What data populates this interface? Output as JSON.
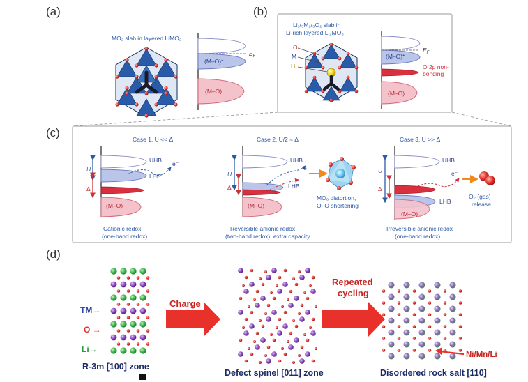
{
  "panels": {
    "a": {
      "label": "(a)",
      "slab_title": "MO₂ slab in layered LiMO₂",
      "band_upper": "(M–O)*",
      "band_lower": "(M–O)",
      "fermi": "E",
      "fermi_sub": "F"
    },
    "b": {
      "label": "(b)",
      "slab_title_line1": "Li₁/₃M₂/₃O₂ slab in",
      "slab_title_line2": "Li-rich layered Li₂MO₃",
      "atom_o": "O",
      "atom_m": "M",
      "atom_li": "Li",
      "band_upper": "(M–O)*",
      "band_mid_line1": "O 2p non-",
      "band_mid_line2": "bonding",
      "band_lower": "(M–O)",
      "fermi": "E",
      "fermi_sub": "F"
    },
    "c": {
      "label": "(c)",
      "case1": {
        "title": "Case 1, U << Δ",
        "uhb": "UHB",
        "lhb": "LHB",
        "u": "U",
        "delta": "Δ",
        "electron": "e⁻",
        "mo": "(M–O)",
        "caption_line1": "Cationic redox",
        "caption_line2": "(one-band redox)"
      },
      "case2": {
        "title": "Case 2, U/2 ≈ Δ",
        "uhb": "UHB",
        "lhb": "LHB",
        "u": "U",
        "delta": "Δ",
        "electron": "e⁻",
        "mo": "(M–O)",
        "note_line1": "MO₆ distortion,",
        "note_line2": "O–O shortening",
        "caption_line1": "Reversible anionic redox",
        "caption_line2": "(two-band redox), extra capacity"
      },
      "case3": {
        "title": "Case 3, U >> Δ",
        "uhb": "UHB",
        "lhb": "LHB",
        "u": "U",
        "delta": "Δ",
        "electron": "e⁻",
        "mo": "(M–O)",
        "note_line1": "O₂ (gas)",
        "note_line2": "release",
        "caption_line1": "Irreversible anionic redox",
        "caption_line2": "(one-band redox)"
      }
    },
    "d": {
      "label": "(d)",
      "tm_label": "TM→",
      "o_label": "O →",
      "li_label": "Li→",
      "charge_label": "Charge",
      "cycling_line1": "Repeated",
      "cycling_line2": "cycling",
      "zone1": "R-3m [100] zone",
      "zone2": "Defect spinel [011] zone",
      "zone3": "Disordered rock salt [110]",
      "nimnli": "Ni/Mn/Li"
    }
  },
  "colors": {
    "blue_text": "#2d5aa6",
    "red_text": "#c8323a",
    "arrow_red": "#e8312a",
    "li_green": "#3bb54a",
    "tm_purple": "#7a3ea8",
    "o_red": "#e0322b",
    "band_blue": "#b9c6ea",
    "band_pink": "#f4c2cb",
    "band_red": "#d93040"
  }
}
